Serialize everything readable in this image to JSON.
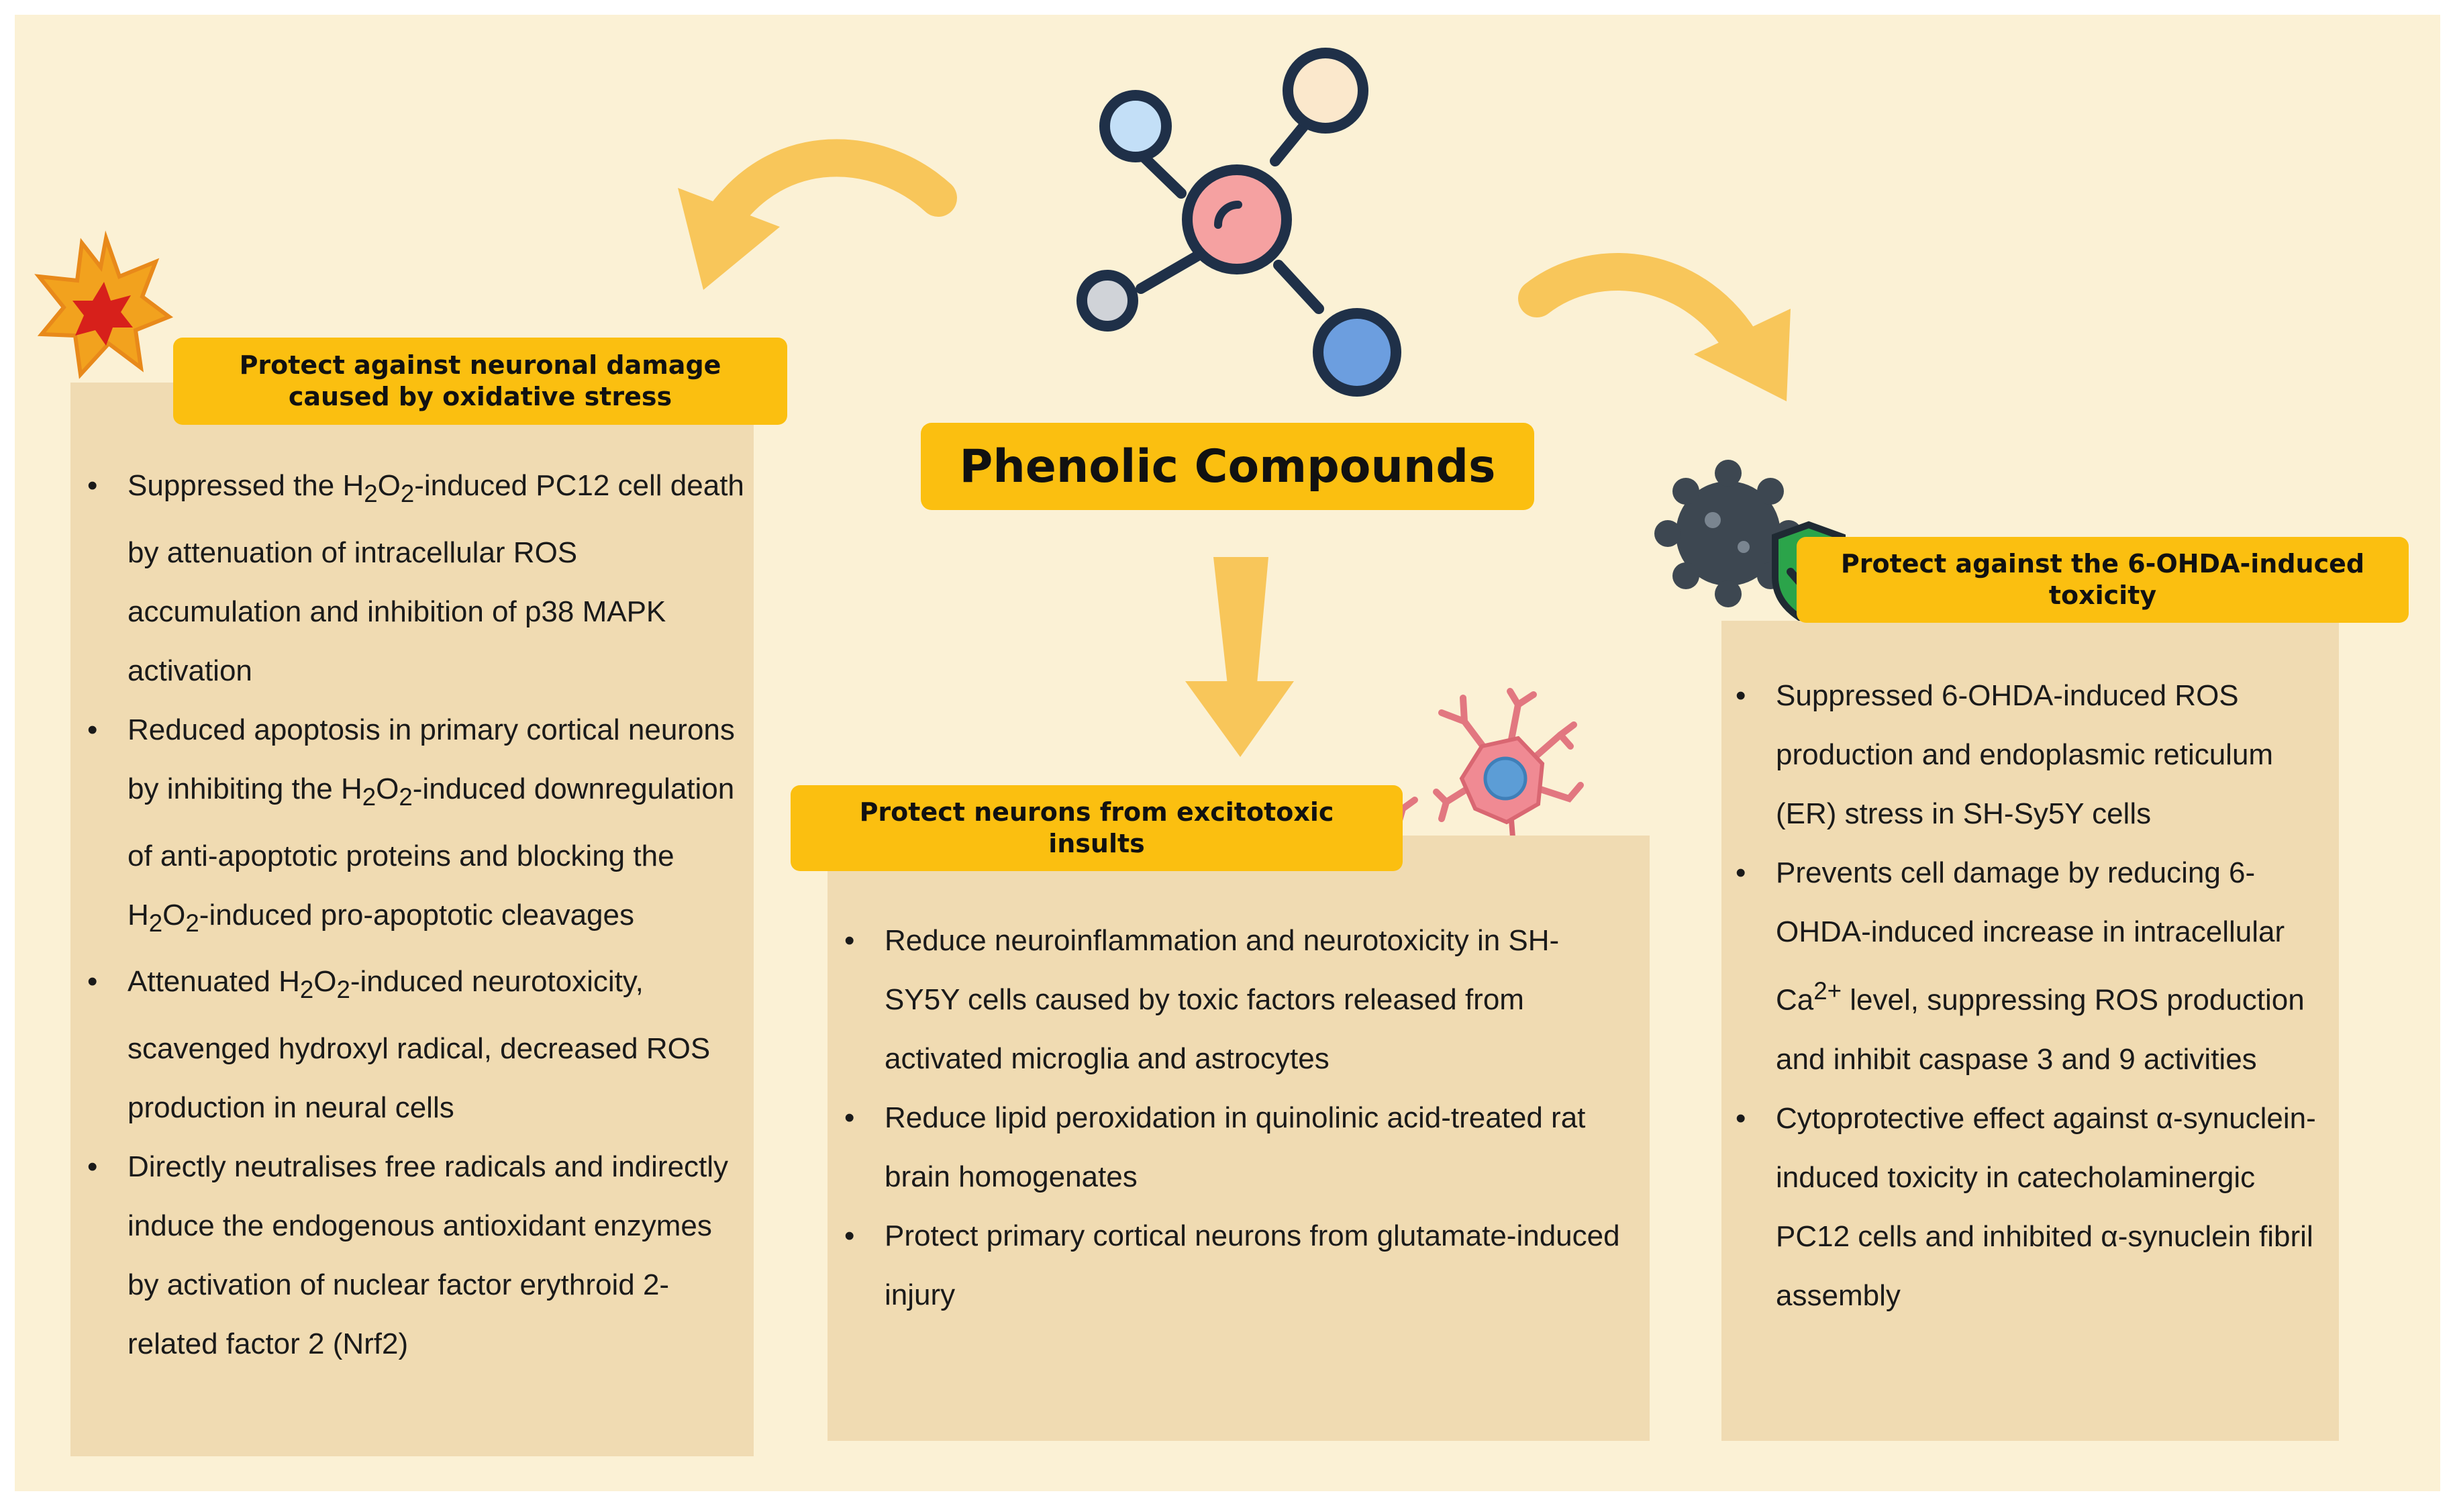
{
  "title": "Phenolic Compounds",
  "left": {
    "heading": "Protect against neuronal damage caused by oxidative stress",
    "items": [
      "Suppressed the H<sub>2</sub>O<sub>2</sub>-induced PC12 cell death by attenuation of intracellular ROS accumulation and inhibition of p38 MAPK activation",
      "Reduced apoptosis in primary cortical neurons by inhibiting the H<sub>2</sub>O<sub>2</sub>-induced downregulation of anti-apoptotic proteins and blocking the H<sub>2</sub>O<sub>2</sub>-induced pro-apoptotic cleavages",
      "Attenuated H<sub>2</sub>O<sub>2</sub>-induced neurotoxicity, scavenged hydroxyl radical, decreased ROS production in neural cells",
      "Directly neutralises free radicals and indirectly induce the endogenous antioxidant enzymes by activation of nuclear factor erythroid 2-related factor 2 (Nrf2)"
    ]
  },
  "middle": {
    "heading": "Protect neurons from excitotoxic insults",
    "items": [
      "Reduce neuroinflammation and neurotoxicity in SH-SY5Y cells caused by toxic factors released from activated microglia and astrocytes",
      "Reduce lipid peroxidation in quinolinic acid-treated rat brain homogenates",
      "Protect primary cortical neurons from glutamate-induced injury"
    ]
  },
  "right": {
    "heading": "Protect against the 6-OHDA-induced toxicity",
    "items": [
      "Suppressed 6-OHDA-induced ROS production and endoplasmic reticulum (ER) stress in SH-Sy5Y cells",
      "Prevents cell damage by reducing 6-OHDA-induced increase in intracellular Ca<sup>2+</sup> level, suppressing ROS production and inhibit caspase 3 and 9 activities",
      "Cytoprotective effect against α-synuclein-induced toxicity in catecholaminergic PC12 cells and inhibited α-synuclein fibril assembly"
    ]
  },
  "icons": [
    "molecule-icon",
    "explosion-icon",
    "neuron-icon",
    "virus-shield-icon",
    "curved-arrow-icon",
    "down-arrow-icon"
  ],
  "colors": {
    "background": "#fbf1d5",
    "panel": "#f0dbb2",
    "tag": "#fbbf10",
    "arrow": "#f8c65a"
  }
}
